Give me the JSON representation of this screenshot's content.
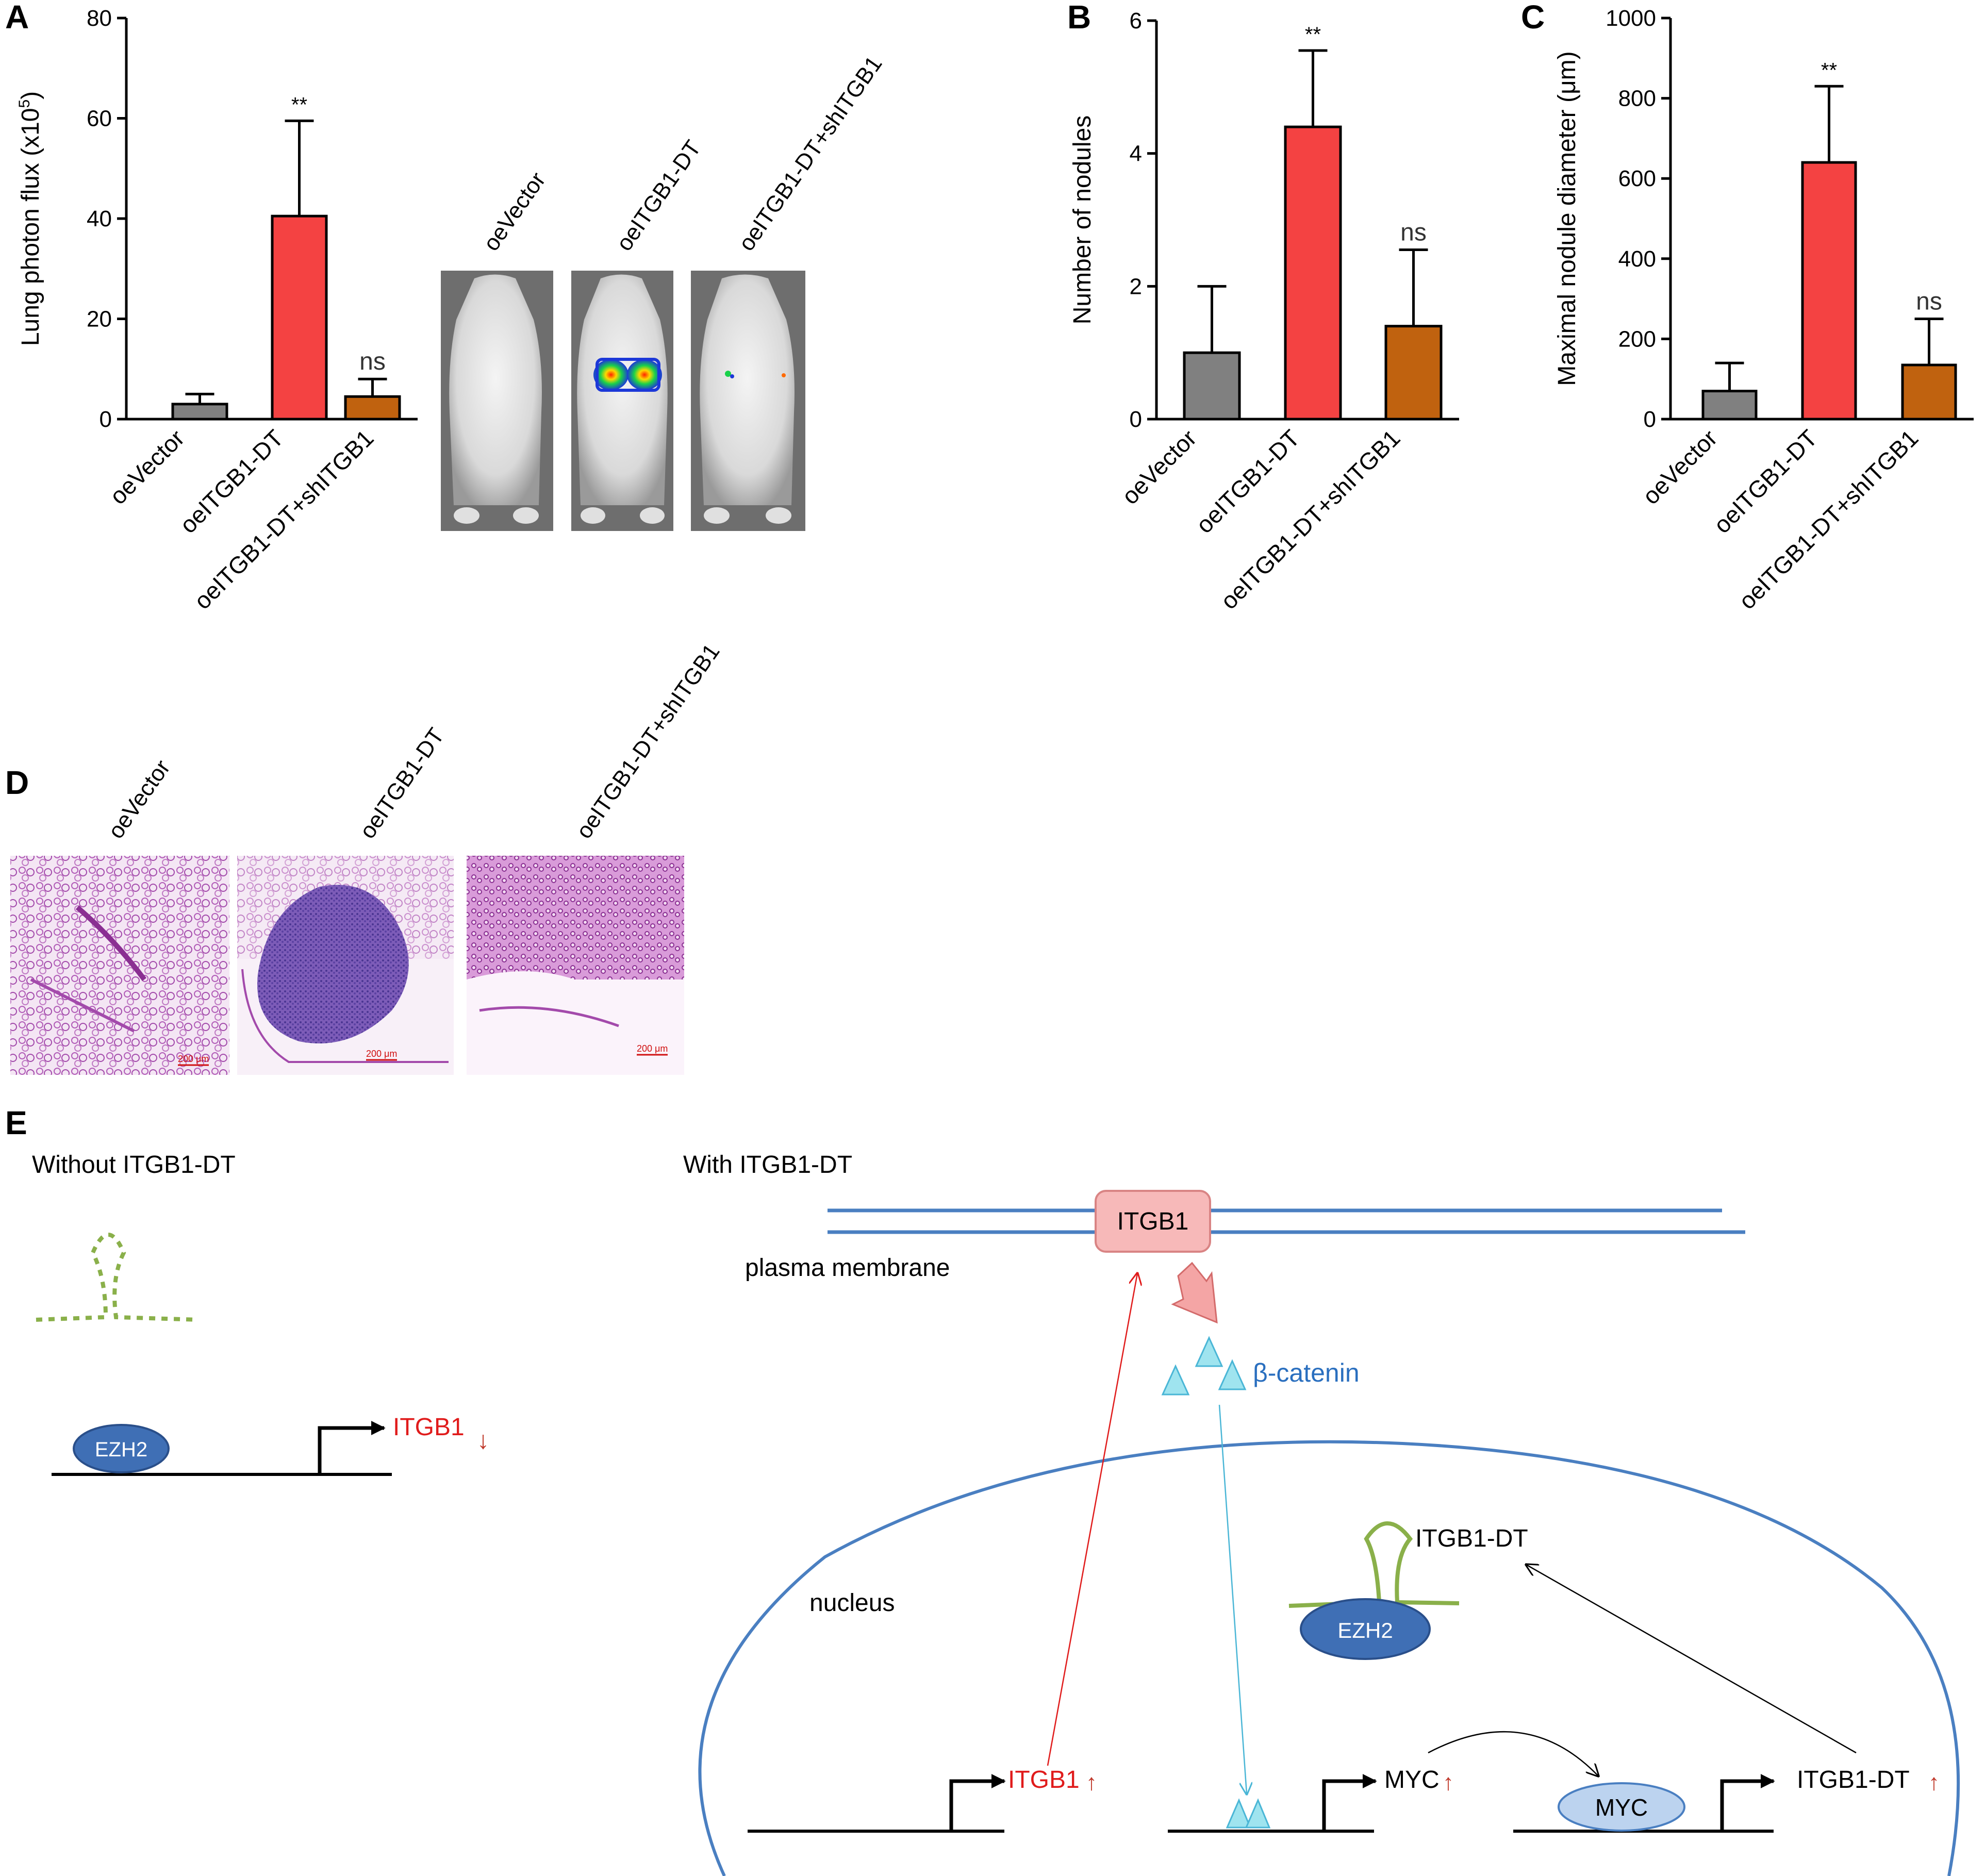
{
  "panel_letters": [
    "A",
    "B",
    "C",
    "D",
    "E"
  ],
  "colors": {
    "oeVector": "#808080",
    "oeITGB1-DT": "#f44242",
    "oeITGB1-DT+shITGB1": "#c0620f",
    "membrane": "#4a7fc1",
    "itgb1_box": "#f7b9b9",
    "ezh2": "#3f6fb5",
    "myc": "#bcd3ef",
    "beta_catenin": "#9fe4ef",
    "lncrna": "#8ab04a",
    "red_text": "#e01b1b",
    "blue_text": "#2a6fbf"
  },
  "chart_data": [
    {
      "panel": "A",
      "type": "bar",
      "categories": [
        "oeVector",
        "oeITGB1-DT",
        "oeITGB1-DT+shITGB1"
      ],
      "values": [
        3,
        40.5,
        4.5
      ],
      "errors": [
        2,
        19,
        3.5
      ],
      "annotations": [
        "",
        "**",
        "ns"
      ],
      "ylabel": "Lung photon flux (x10",
      "ylabel_sup": "5",
      "ylabel_end": ")",
      "ylim": [
        0,
        80
      ],
      "yticks": [
        0,
        20,
        40,
        60,
        80
      ]
    },
    {
      "panel": "B",
      "type": "bar",
      "categories": [
        "oeVector",
        "oeITGB1-DT",
        "oeITGB1-DT+shITGB1"
      ],
      "values": [
        1,
        4.4,
        1.4
      ],
      "errors": [
        1,
        1.15,
        1.15
      ],
      "annotations": [
        "",
        "**",
        "ns"
      ],
      "ylabel": "Number of nodules",
      "ylim": [
        0,
        6
      ],
      "yticks": [
        0,
        2,
        4,
        6
      ]
    },
    {
      "panel": "C",
      "type": "bar",
      "categories": [
        "oeVector",
        "oeITGB1-DT",
        "oeITGB1-DT+shITGB1"
      ],
      "values": [
        70,
        640,
        135
      ],
      "errors": [
        70,
        190,
        115
      ],
      "annotations": [
        "",
        "**",
        "ns"
      ],
      "ylabel": "Maximal nodule diameter (μm)",
      "ylim": [
        0,
        1000
      ],
      "yticks": [
        0,
        200,
        400,
        600,
        800,
        1000
      ]
    }
  ],
  "imaging_labels": [
    "oeVector",
    "oeITGB1-DT",
    "oeITGB1-DT+shITGB1"
  ],
  "histology_labels": [
    "oeVector",
    "oeITGB1-DT",
    "oeITGB1-DT+shITGB1"
  ],
  "scale_bar": "200 μm",
  "diagram": {
    "without_title": "Without ITGB1-DT",
    "with_title": "With ITGB1-DT",
    "ezh2": "EZH2",
    "itgb1": "ITGB1",
    "plasma_membrane": "plasma membrane",
    "beta_catenin": "β-catenin",
    "nucleus": "nucleus",
    "itgb1_dt": "ITGB1-DT",
    "myc": "MYC"
  }
}
